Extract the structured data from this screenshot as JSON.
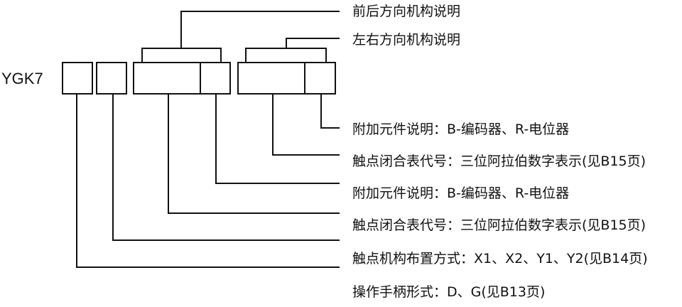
{
  "model": {
    "prefix": "YGK7"
  },
  "labels": {
    "front_back_mechanism": "前后方向机构说明",
    "left_right_mechanism": "左右方向机构说明",
    "accessory_right": "附加元件说明：B-编码器、R-电位器",
    "contact_code_right": "触点闭合表代号：三位阿拉伯数字表示(见B15页)",
    "accessory_left": "附加元件说明：B-编码器、R-电位器",
    "contact_code_left": "触点闭合表代号：三位阿拉伯数字表示(见B15页)",
    "contact_layout": "触点机构布置方式：X1、X2、Y1、Y2(见B14页)",
    "handle_form": "操作手柄形式：D、G(见B13页)"
  }
}
